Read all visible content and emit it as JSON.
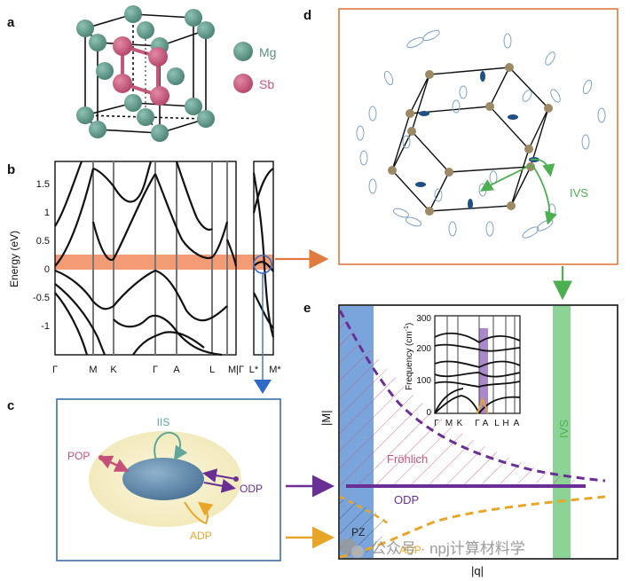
{
  "panels": {
    "a": "a",
    "b": "b",
    "c": "c",
    "d": "d",
    "e": "e"
  },
  "panel_a": {
    "legend": [
      {
        "label": "Mg",
        "color": "#5b9283"
      },
      {
        "label": "Sb",
        "color": "#c4587a"
      }
    ]
  },
  "panel_b": {
    "ylabel": "Energy (eV)",
    "yticks": [
      "1.5",
      "1",
      "0.5",
      "0",
      "-0.5",
      "-1"
    ],
    "xticks": [
      "Γ",
      "M",
      "K",
      "Γ",
      "A",
      "L",
      "M|Γ",
      "L*",
      "M*"
    ],
    "band_highlight_color": "#f08a5d"
  },
  "panel_c": {
    "labels": {
      "iis": "IIS",
      "pop": "POP",
      "odp": "ODP",
      "adp": "ADP"
    },
    "colors": {
      "iis": "#5fa79a",
      "pop": "#c5507a",
      "odp": "#6a2f94",
      "adp": "#e8a528"
    }
  },
  "panel_d": {
    "label": "IVS",
    "frame_color": "#e07a3e",
    "arrow_color": "#4caf50"
  },
  "panel_e": {
    "ylabel": "|M|",
    "xlabel": "|q|",
    "region_labels": {
      "frohlich": "Fröhlich",
      "odp": "ODP",
      "pz": "PZ",
      "adp": "ADP",
      "ivs": "IVS"
    },
    "inset": {
      "ylabel": "Frequency (cm",
      "ylabel_sup": "-1",
      "ylabel_end": ")",
      "yticks": [
        "300",
        "200",
        "100",
        "0"
      ],
      "xticks": [
        "Γ",
        "M",
        "K",
        "Γ",
        "A",
        "L",
        "H",
        "A"
      ]
    }
  },
  "watermark": "公众号 · npj计算材料学"
}
